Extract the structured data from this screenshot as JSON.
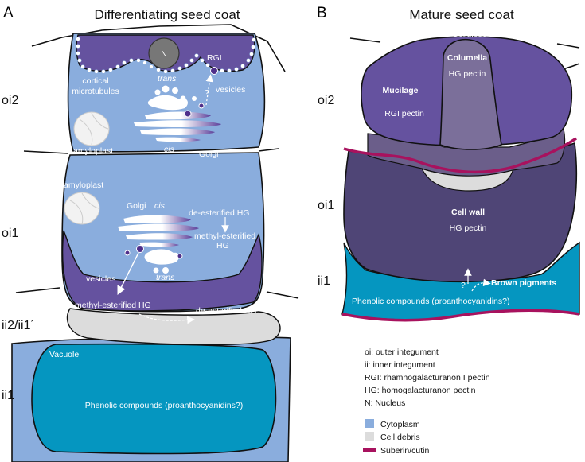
{
  "panels": {
    "a": {
      "letter": "A",
      "title": "Differentiating seed coat"
    },
    "b": {
      "letter": "B",
      "title": "Mature seed coat"
    }
  },
  "layers_a": {
    "oi2": "oi2",
    "oi1": "oi1",
    "ii2": "ii2/ii1´",
    "ii1": "ii1"
  },
  "layers_b": {
    "oi2": "oi2",
    "oi1": "oi1",
    "ii1": "ii1"
  },
  "labels_a": {
    "nucleus": "N",
    "rgi": "RGI",
    "cortical_1": "cortical",
    "cortical_2": "microtubules",
    "question": "?",
    "vesicles_top": "vesicles",
    "trans_top": "trans",
    "cis_top": "cis",
    "golgi_top": "Golgi",
    "amyloplast_top": "amyloplast",
    "amyloplast_bottom": "amyloplast",
    "golgi_bottom": "Golgi",
    "cis_bottom": "cis",
    "trans_bottom": "trans",
    "deest_hg_top": "de-esterified HG",
    "methyl_hg_1": "methyl-esterified",
    "methyl_hg_2": "HG",
    "vesicles_bottom": "vesicles",
    "methyl_hg_wall": "methyl-esterified HG",
    "deest_hg_wall": "de-esterified HG",
    "vacuole": "Vacuole",
    "phenolic": "Phenolic compounds (proanthocyanidins?)"
  },
  "labels_b": {
    "cellulose": "Cellulose",
    "columella": "Columella",
    "hg_pectin_col": "HG pectin",
    "mucilage": "Mucilage",
    "rgi_pectin": "RGI pectin",
    "cell_wall": "Cell wall",
    "hg_pectin_wall": "HG pectin",
    "question": "?",
    "brown": "Brown pigments",
    "phenolic": "Phenolic compounds (proanthocyanidins?)"
  },
  "abbreviations": [
    "oi: outer integument",
    "ii: inner integument",
    "RGI: rhamnogalacturanon I pectin",
    "HG: homogalacturanon pectin",
    "N: Nucleus"
  ],
  "legend": [
    {
      "label": "Cytoplasm",
      "color": "#8aaddd"
    },
    {
      "label": "Cell debris",
      "color": "#dcdcdc"
    },
    {
      "label": "Suberin/cutin",
      "color": "#a8125e"
    }
  ],
  "colors": {
    "cytoplasm": "#8aaddd",
    "purple": "#65529f",
    "dark_purple": "#4f4576",
    "teal": "#0596c0",
    "debris": "#dcdcdc",
    "suberin": "#a8125e"
  }
}
